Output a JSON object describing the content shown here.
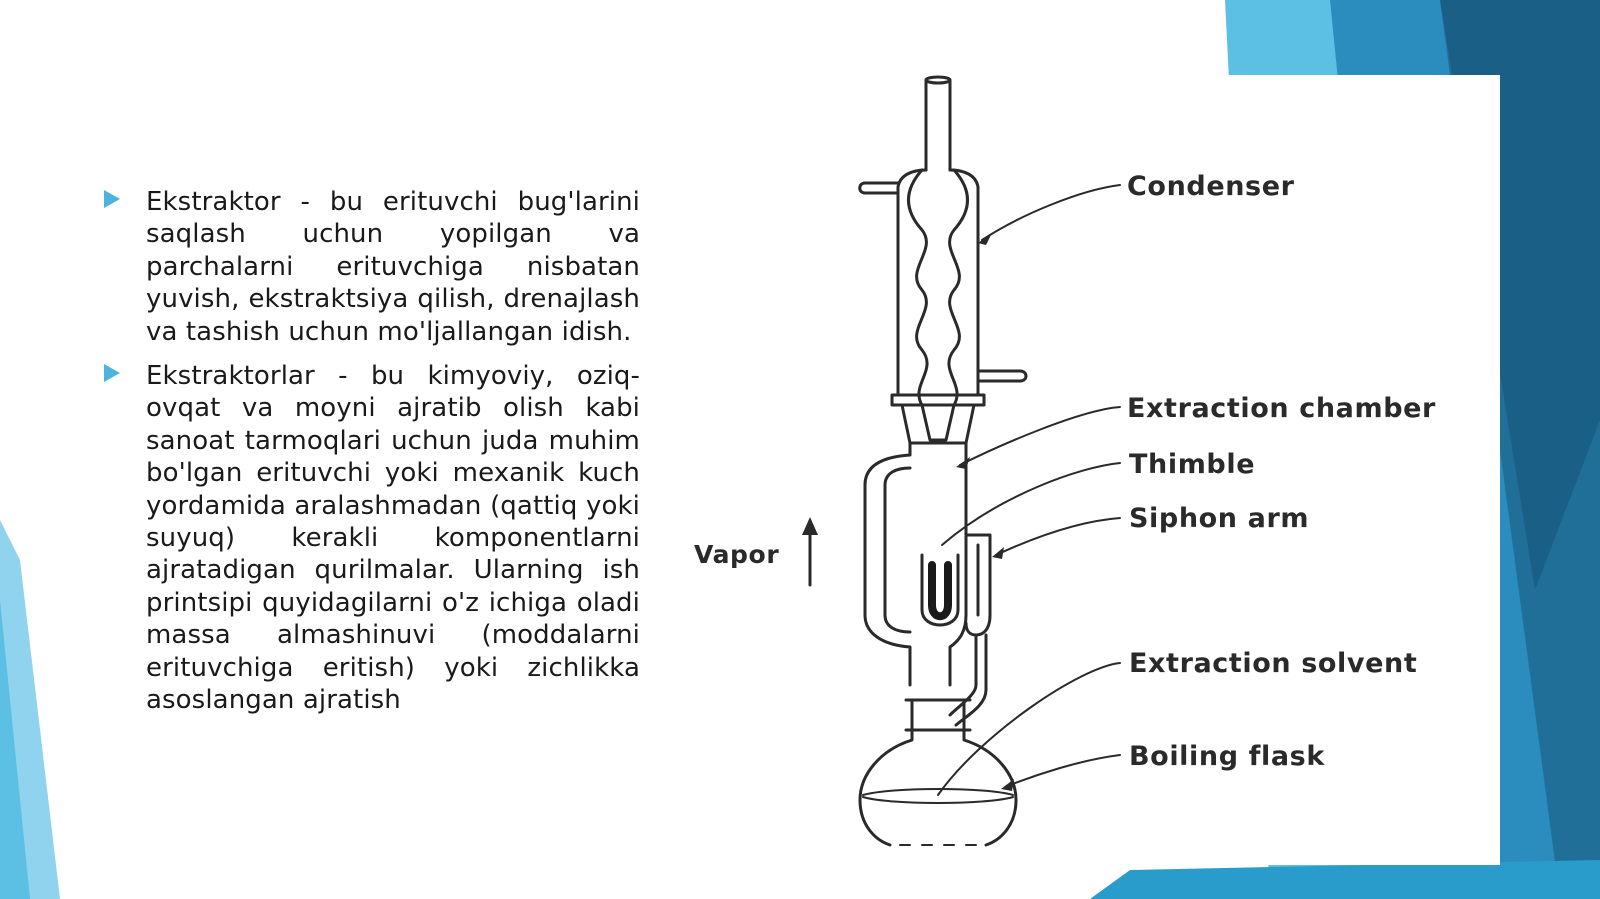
{
  "bullets": [
    {
      "text": "Ekstraktor - bu erituvchi bug'larini saqlash uchun yopilgan va parchalarni erituvchiga nisbatan yuvish, ekstraktsiya qilish, drenajlash va tashish uchun mo'ljallangan idish."
    },
    {
      "text": "Ekstraktorlar - bu kimyoviy, oziq-ovqat va moyni ajratib olish kabi sanoat tarmoqlari uchun juda muhim bo'lgan erituvchi yoki mexanik kuch yordamida aralashmadan (qattiq yoki suyuq) kerakli komponentlarni ajratadigan qurilmalar. Ularning ish printsipi quyidagilarni o'z ichiga oladi massa almashinuvi (moddalarni erituvchiga eritish) yoki zichlikka asoslangan ajratish"
    }
  ],
  "diagram": {
    "labels": {
      "condenser": "Condenser",
      "extraction_chamber": "Extraction chamber",
      "thimble": "Thimble",
      "siphon_arm": "Siphon arm",
      "extraction_solvent": "Extraction solvent",
      "boiling_flask": "Boiling flask",
      "vapor": "Vapor"
    }
  },
  "colors": {
    "accent": "#4ab4dc",
    "dark_blue": "#1f6f99",
    "mid_blue": "#2a8dbd",
    "light_blue": "#5cc0e4",
    "text": "#1a1a1a",
    "line": "#2a2a2a"
  },
  "icons": {
    "bullet": "triangle-right-icon"
  }
}
